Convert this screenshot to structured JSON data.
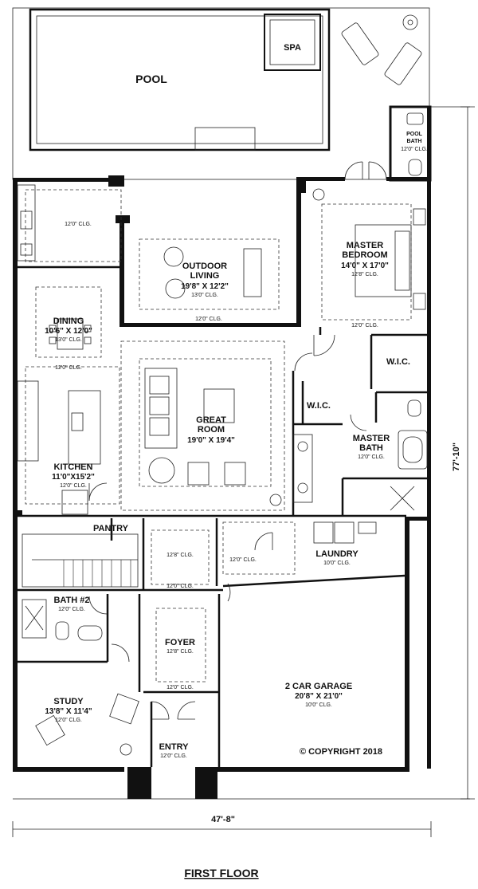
{
  "pool": {
    "label": "POOL"
  },
  "spa": {
    "label": "SPA"
  },
  "pool_bath": {
    "name_line1": "POOL",
    "name_line2": "BATH",
    "ceiling": "12'0\" CLG."
  },
  "lanai": {
    "ceiling": "12'0\" CLG."
  },
  "outdoor_living": {
    "name_line1": "OUTDOOR",
    "name_line2": "LIVING",
    "dims": "19'8\" X 12'2\"",
    "ceiling": "13'0\" CLG.",
    "ceiling_below": "12'0\" CLG."
  },
  "master_bedroom": {
    "name_line1": "MASTER",
    "name_line2": "BEDROOM",
    "dims": "14'0\" X 17'0\"",
    "ceiling": "12'8\" CLG.",
    "ceiling_below": "12'0\" CLG."
  },
  "dining": {
    "name": "DINING",
    "dims": "10'6\" X 12'0\"",
    "ceiling": "13'0\" CLG.",
    "ceiling_below": "12'0\" CLG."
  },
  "wic_top": {
    "name": "W.I.C."
  },
  "wic_mid": {
    "name": "W.I.C."
  },
  "great_room": {
    "name_line1": "GREAT",
    "name_line2": "ROOM",
    "dims": "19'0\" X 19'4\""
  },
  "master_bath": {
    "name_line1": "MASTER",
    "name_line2": "BATH",
    "ceiling": "12'0\" CLG."
  },
  "kitchen": {
    "name": "KITCHEN",
    "dims": "11'0\"X15'2\"",
    "ceiling": "12'0\" CLG."
  },
  "pantry": {
    "name": "PANTRY"
  },
  "hall": {
    "ceiling": "12'8\" CLG.",
    "ceiling_below": "12'0\" CLG."
  },
  "laundry_hall": {
    "ceiling": "12'0\" CLG."
  },
  "laundry": {
    "name": "LAUNDRY",
    "ceiling": "10'0\" CLG."
  },
  "bath2": {
    "name": "BATH #2",
    "ceiling": "12'0\" CLG."
  },
  "foyer": {
    "name": "FOYER",
    "ceiling": "12'8\" CLG.",
    "ceiling_below": "12'0\" CLG."
  },
  "garage": {
    "name": "2 CAR GARAGE",
    "dims": "20'8\" X 21'0\"",
    "ceiling": "10'0\" CLG."
  },
  "study": {
    "name": "STUDY",
    "dims": "13'8\" X 11'4\"",
    "ceiling": "12'0\" CLG."
  },
  "entry": {
    "name": "ENTRY",
    "ceiling": "12'0\" CLG."
  },
  "copyright": "© COPYRIGHT 2018",
  "dimension_width": "47'-8\"",
  "dimension_depth": "77'-10\"",
  "title": "FIRST FLOOR"
}
